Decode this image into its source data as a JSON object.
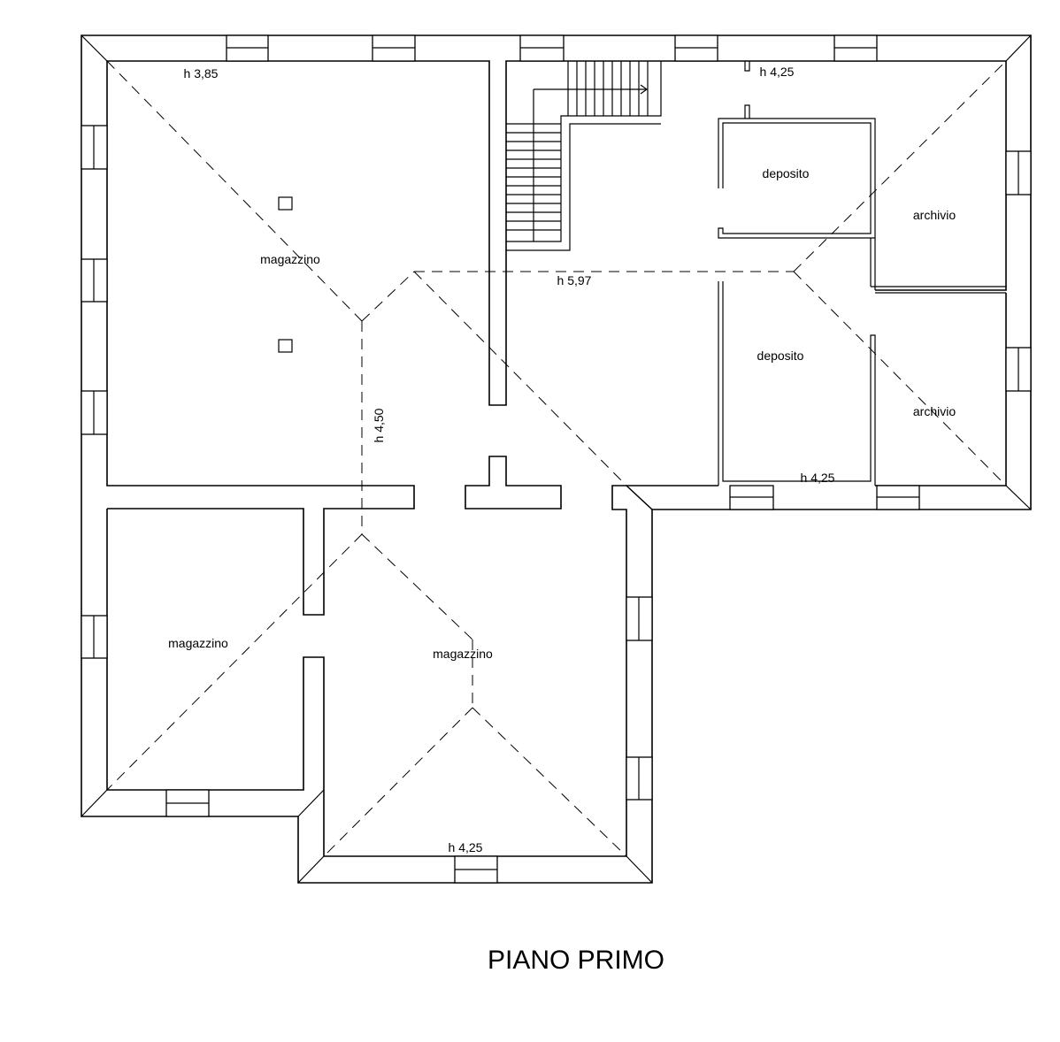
{
  "plan": {
    "title": "PIANO PRIMO",
    "rooms": {
      "magazzino_nw": "magazzino",
      "magazzino_sw": "magazzino",
      "magazzino_s": "magazzino",
      "deposito_1": "deposito",
      "deposito_2": "deposito",
      "archivio_1": "archivio",
      "archivio_2": "archivio"
    },
    "heights": {
      "h1": "h 3,85",
      "h2": "h 4,25",
      "h3": "h 5,97",
      "h4": "h 4,50",
      "h5": "h 4,25",
      "h6": "h 4,25"
    }
  }
}
